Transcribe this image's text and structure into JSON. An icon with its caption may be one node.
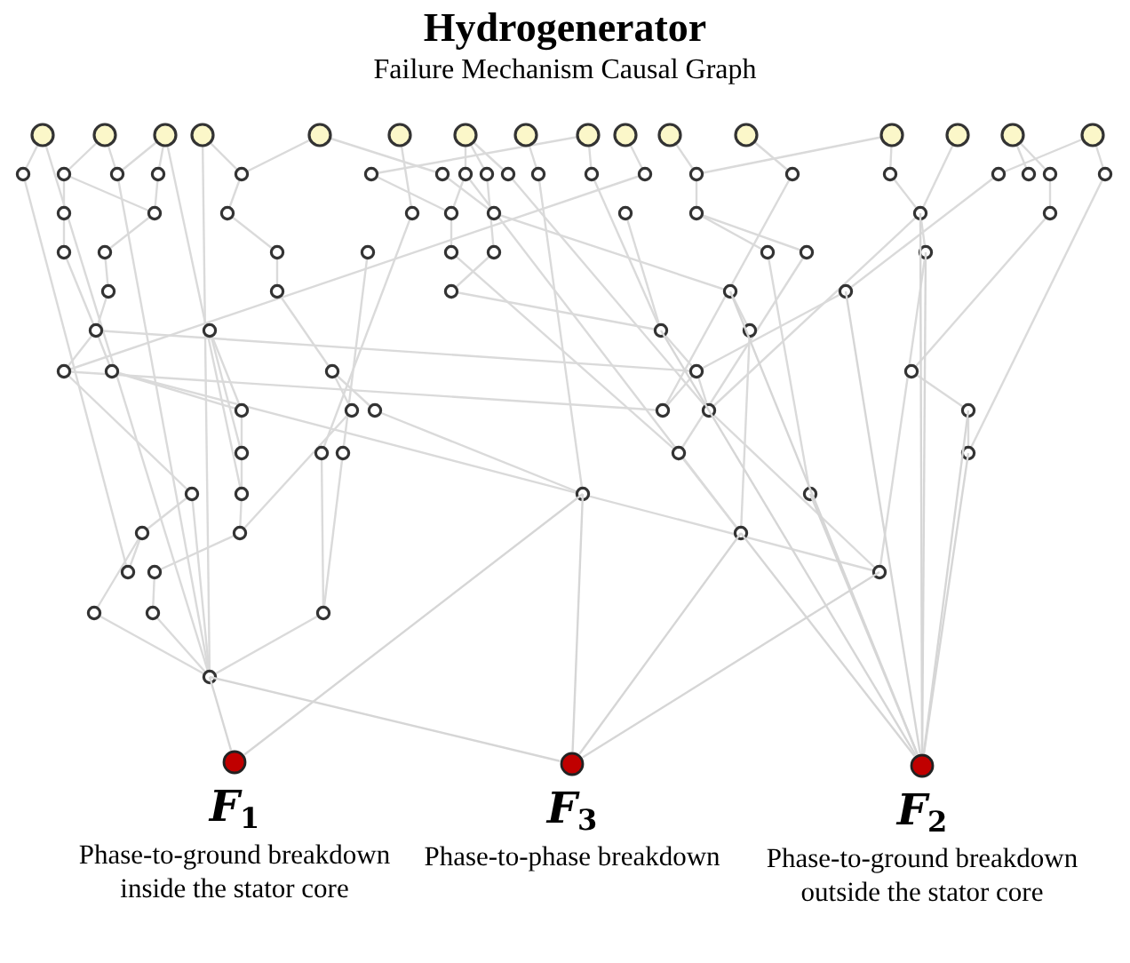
{
  "diagram": {
    "title": "Hydrogenerator",
    "nodes": [
      {
        "text": [
          "F$_{1}$",
          "Phase-to-ground breakdown inside the stator core"
        ]
      },
      {
        "text": [
          "F$_{3}$",
          "Phase-to-phase breakdown"
        ]
      },
      {
        "text": [
          "F$_{2}$",
          "Phase-to-ground breakdown outside the stator core"
        ]
      }
    ],
    "edges": [
      {
        "from": null,
        "to": 0,
        "arrow": "none"
      },
      {
        "from": null,
        "to": 0,
        "arrow": "none"
      },
      {
        "from": null,
        "to": 1,
        "arrow": "none"
      },
      {
        "from": null,
        "to": 1,
        "arrow": "none"
      },
      {
        "from": null,
        "to": 1,
        "arrow": "none"
      },
      {
        "from": null,
        "to": 1,
        "arrow": "none"
      },
      {
        "from": null,
        "to": 2,
        "arrow": "none"
      },
      {
        "from": null,
        "to": 2,
        "arrow": "none"
      },
      {
        "from": null,
        "to": 2,
        "arrow": "none"
      },
      {
        "from": null,
        "to": 2,
        "arrow": "none"
      },
      {
        "from": null,
        "to": 2,
        "arrow": "none"
      },
      {
        "from": null,
        "to": 2,
        "arrow": "none"
      },
      {
        "from": null,
        "to": 2,
        "arrow": "none"
      },
      {
        "from": null,
        "to": 2,
        "arrow": "none"
      },
      {
        "from": null,
        "to": 2,
        "arrow": "none"
      }
    ],
    "labels": [
      "Failure Mechanism Causal Graph"
    ]
  }
}
